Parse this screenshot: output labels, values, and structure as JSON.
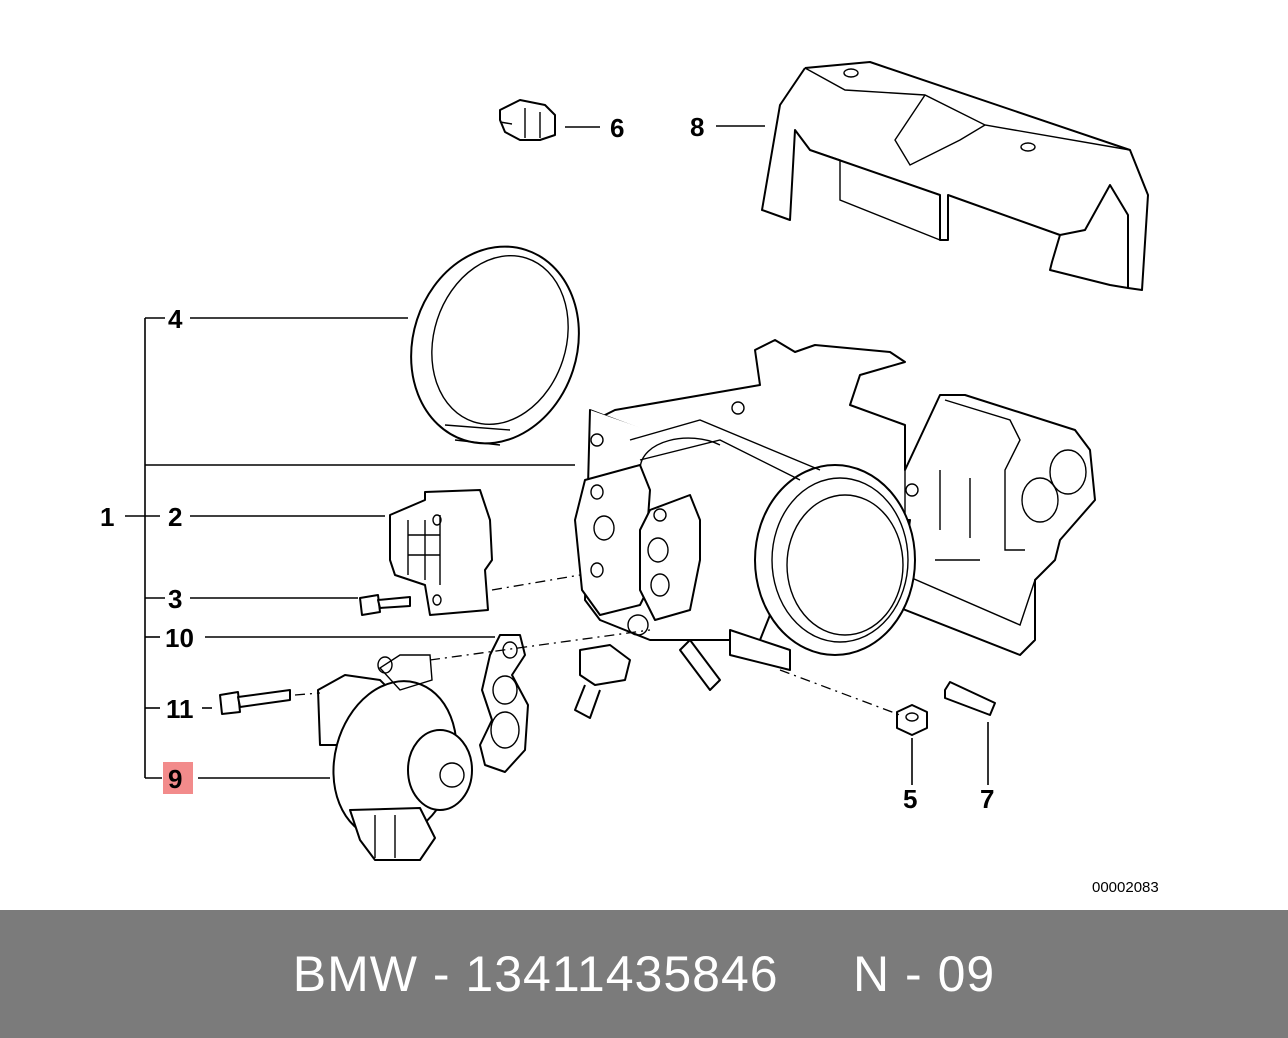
{
  "callouts": {
    "c1": "1",
    "c2": "2",
    "c3": "3",
    "c4": "4",
    "c5": "5",
    "c6": "6",
    "c7": "7",
    "c8": "8",
    "c9": "9",
    "c10": "10",
    "c11": "11"
  },
  "reference_number": "00002083",
  "footer": "BMW - 13411435846     N - 09",
  "colors": {
    "highlight": "#f28b8b",
    "footer_bg": "#7b7b7b",
    "footer_text": "#ffffff"
  }
}
